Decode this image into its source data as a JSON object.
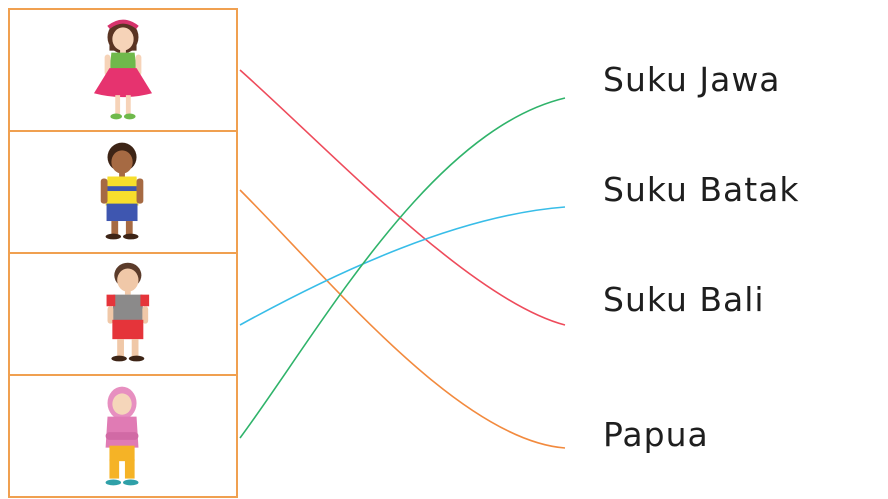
{
  "pictures": [
    {
      "icon": "girl-pink-dress-icon",
      "colors": {
        "skin": "#f6d3b8",
        "hair": "#5a3423",
        "top": "#6fb94b",
        "bottom": "#e6336f",
        "accent": "#d6336c"
      }
    },
    {
      "icon": "boy-yellow-shirt-icon",
      "colors": {
        "skin": "#a66a43",
        "hair": "#3d2416",
        "top": "#f7de2c",
        "bottom": "#3e56b0",
        "accent": "#3e56b0"
      }
    },
    {
      "icon": "boy-red-shirt-icon",
      "colors": {
        "skin": "#f0c8a8",
        "hair": "#5b3b2a",
        "top": "#8b8a8a",
        "bottom": "#e5343a",
        "accent": "#e5343a"
      }
    },
    {
      "icon": "girl-hijab-icon",
      "colors": {
        "skin": "#f5d6ba",
        "hair": "#e78fc0",
        "top": "#e07bb4",
        "bottom": "#f5b326",
        "accent": "#e07bb4"
      }
    }
  ],
  "labels": [
    "Suku Jawa",
    "Suku Batak",
    "Suku Bali",
    "Papua"
  ],
  "connections": [
    {
      "from": 0,
      "to": 2,
      "color": "#ee4b5b"
    },
    {
      "from": 1,
      "to": 3,
      "color": "#f28a3e"
    },
    {
      "from": 2,
      "to": 1,
      "color": "#38bde8"
    },
    {
      "from": 3,
      "to": 0,
      "color": "#2fb36a"
    }
  ],
  "box_border_color": "#f0a050"
}
